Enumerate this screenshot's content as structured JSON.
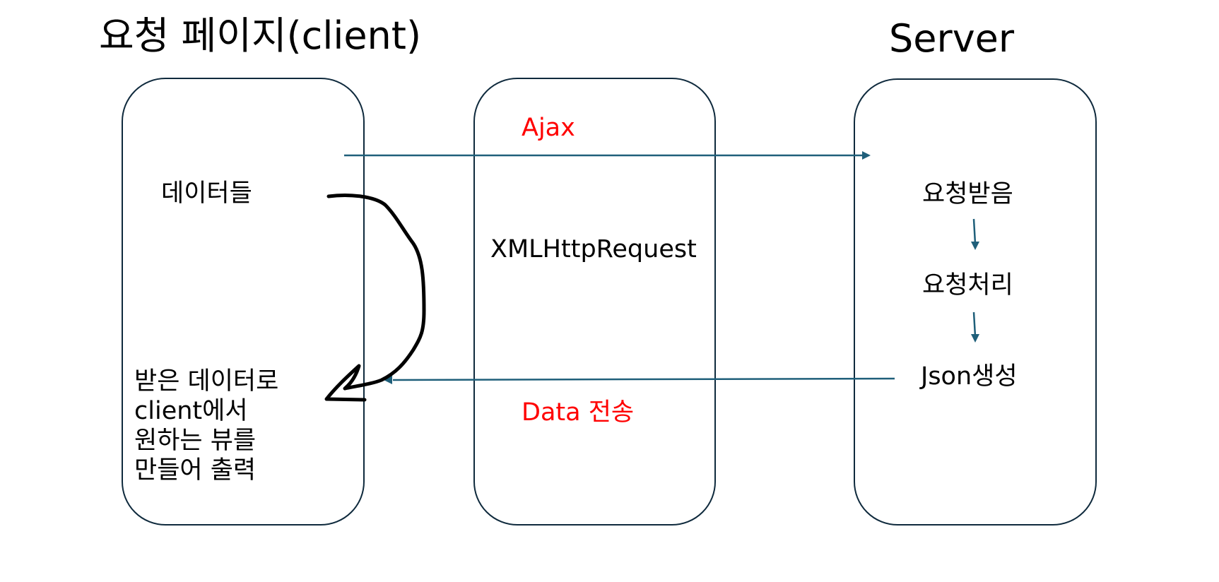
{
  "headings": {
    "client": "요청 페이지(client)",
    "server": "Server"
  },
  "client_panel": {
    "data_label": "데이터들",
    "output_lines": [
      "받은 데이터로",
      "client에서",
      "원하는 뷰를",
      "만들어 출력"
    ]
  },
  "middle_panel": {
    "request_label": "Ajax",
    "object_label": "XMLHttpRequest",
    "response_label": "Data 전송"
  },
  "server_panel": {
    "steps": [
      "요청받음",
      "요청처리",
      "Json생성"
    ]
  },
  "colors": {
    "arrow": "#1f5f7a",
    "panel_border": "#0f2a3d",
    "highlight_text": "#ff0000",
    "handdrawn": "#000000"
  }
}
